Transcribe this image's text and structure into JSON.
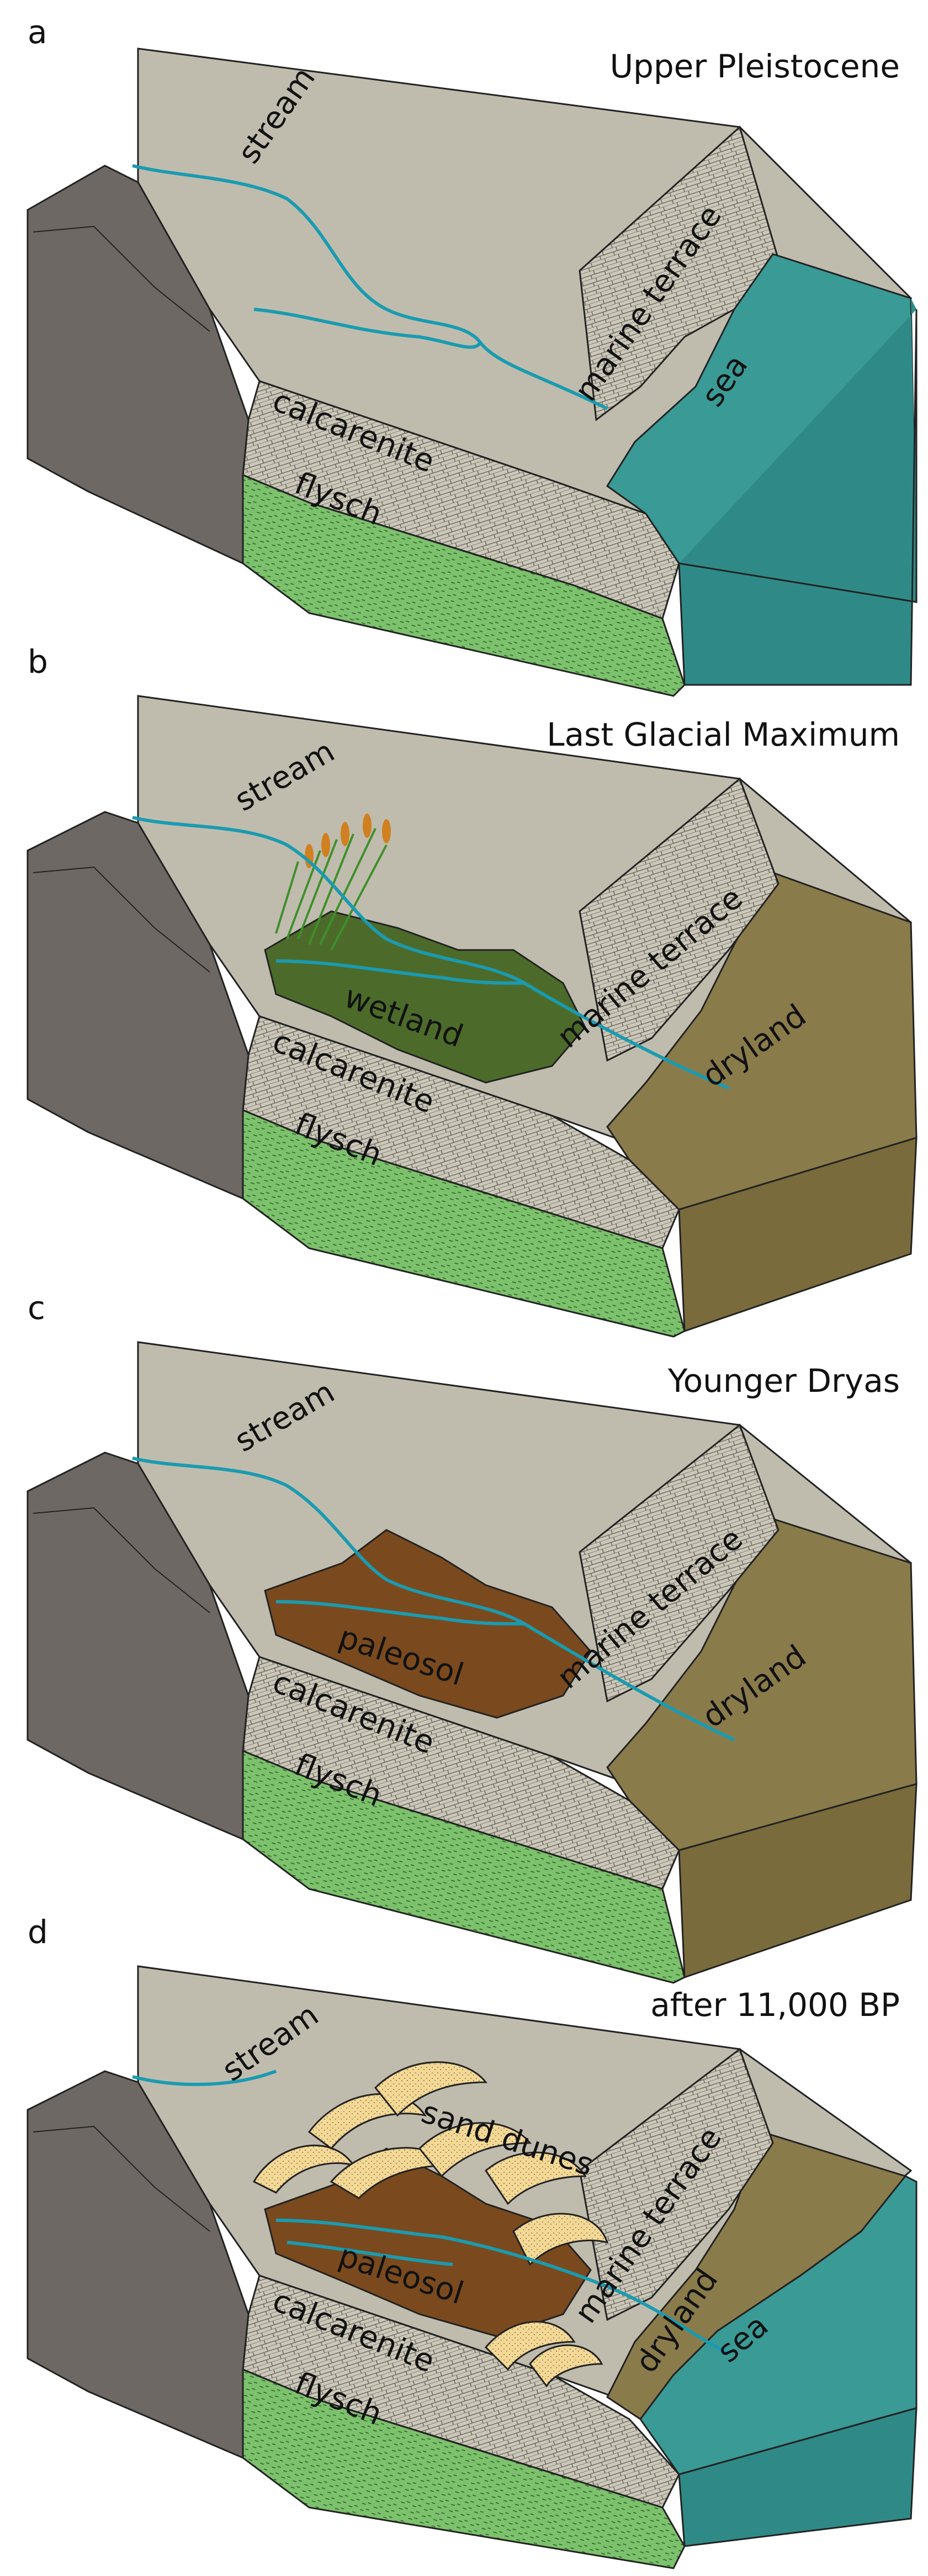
{
  "panels": [
    {
      "letter": "a",
      "title": "Upper Pleistocene",
      "labels": {
        "stream": "stream",
        "marine_terrace": "marine terrace",
        "sea": "sea",
        "calcarenite": "calcarenite",
        "flysch": "flysch"
      }
    },
    {
      "letter": "b",
      "title": "Last Glacial Maximum",
      "labels": {
        "stream": "stream",
        "marine_terrace": "marine terrace",
        "wetland": "wetland",
        "dryland": "dryland",
        "calcarenite": "calcarenite",
        "flysch": "flysch"
      }
    },
    {
      "letter": "c",
      "title": "Younger Dryas",
      "labels": {
        "stream": "stream",
        "marine_terrace": "marine terrace",
        "paleosol": "paleosol",
        "dryland": "dryland",
        "calcarenite": "calcarenite",
        "flysch": "flysch"
      }
    },
    {
      "letter": "d",
      "title": "after 11,000 BP",
      "labels": {
        "stream": "stream",
        "sand_dunes": "sand dunes",
        "marine_terrace": "marine terrace",
        "paleosol": "paleosol",
        "dryland": "dryland",
        "sea": "sea",
        "calcarenite": "calcarenite",
        "flysch": "flysch"
      }
    }
  ],
  "colors": {
    "plateau": "#bfbcae",
    "cliff": "#6d6863",
    "cliff_dark": "#55504b",
    "calcarenite": "#c9c5b7",
    "flysch": "#7bbf6a",
    "sea": "#3a9a96",
    "sea_side": "#2f8a87",
    "stream": "#1a9bb0",
    "wetland": "#4c6b2a",
    "dryland": "#8a7b4a",
    "dryland_side": "#7a6b3c",
    "paleosol": "#7a4a1e",
    "dunes": "#f3d896",
    "reeds": "#d08020"
  }
}
